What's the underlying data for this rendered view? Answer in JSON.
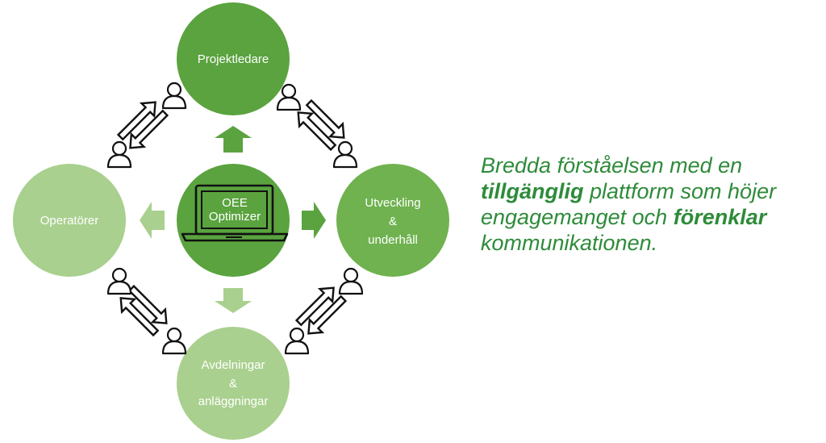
{
  "nodes": {
    "top": {
      "label": "Projektledare"
    },
    "left": {
      "label": "Operatörer"
    },
    "right": {
      "line1": "Utveckling",
      "line2": "&",
      "line3": "underhåll"
    },
    "bottom": {
      "line1": "Avdelningar",
      "line2": "&",
      "line3": "anläggningar"
    },
    "center": {
      "line1": "OEE",
      "line2": "Optimizer"
    }
  },
  "tagline": {
    "part1": "Bredda förståelsen med en ",
    "bold1": "tillgänglig",
    "part2": " plattform som höjer engagemanget och ",
    "bold2": "förenklar",
    "part3": " kommunikationen."
  },
  "colors": {
    "node_dark": "#5aa33f",
    "node_mid": "#6fb24f",
    "node_light": "#a9d08e",
    "arrow_dark": "#5aa33f",
    "arrow_light": "#a9d08e",
    "text_green": "#2e8b3a"
  },
  "icons": [
    "person-icon",
    "double-arrow-icon",
    "laptop-icon",
    "block-arrow-icon"
  ]
}
